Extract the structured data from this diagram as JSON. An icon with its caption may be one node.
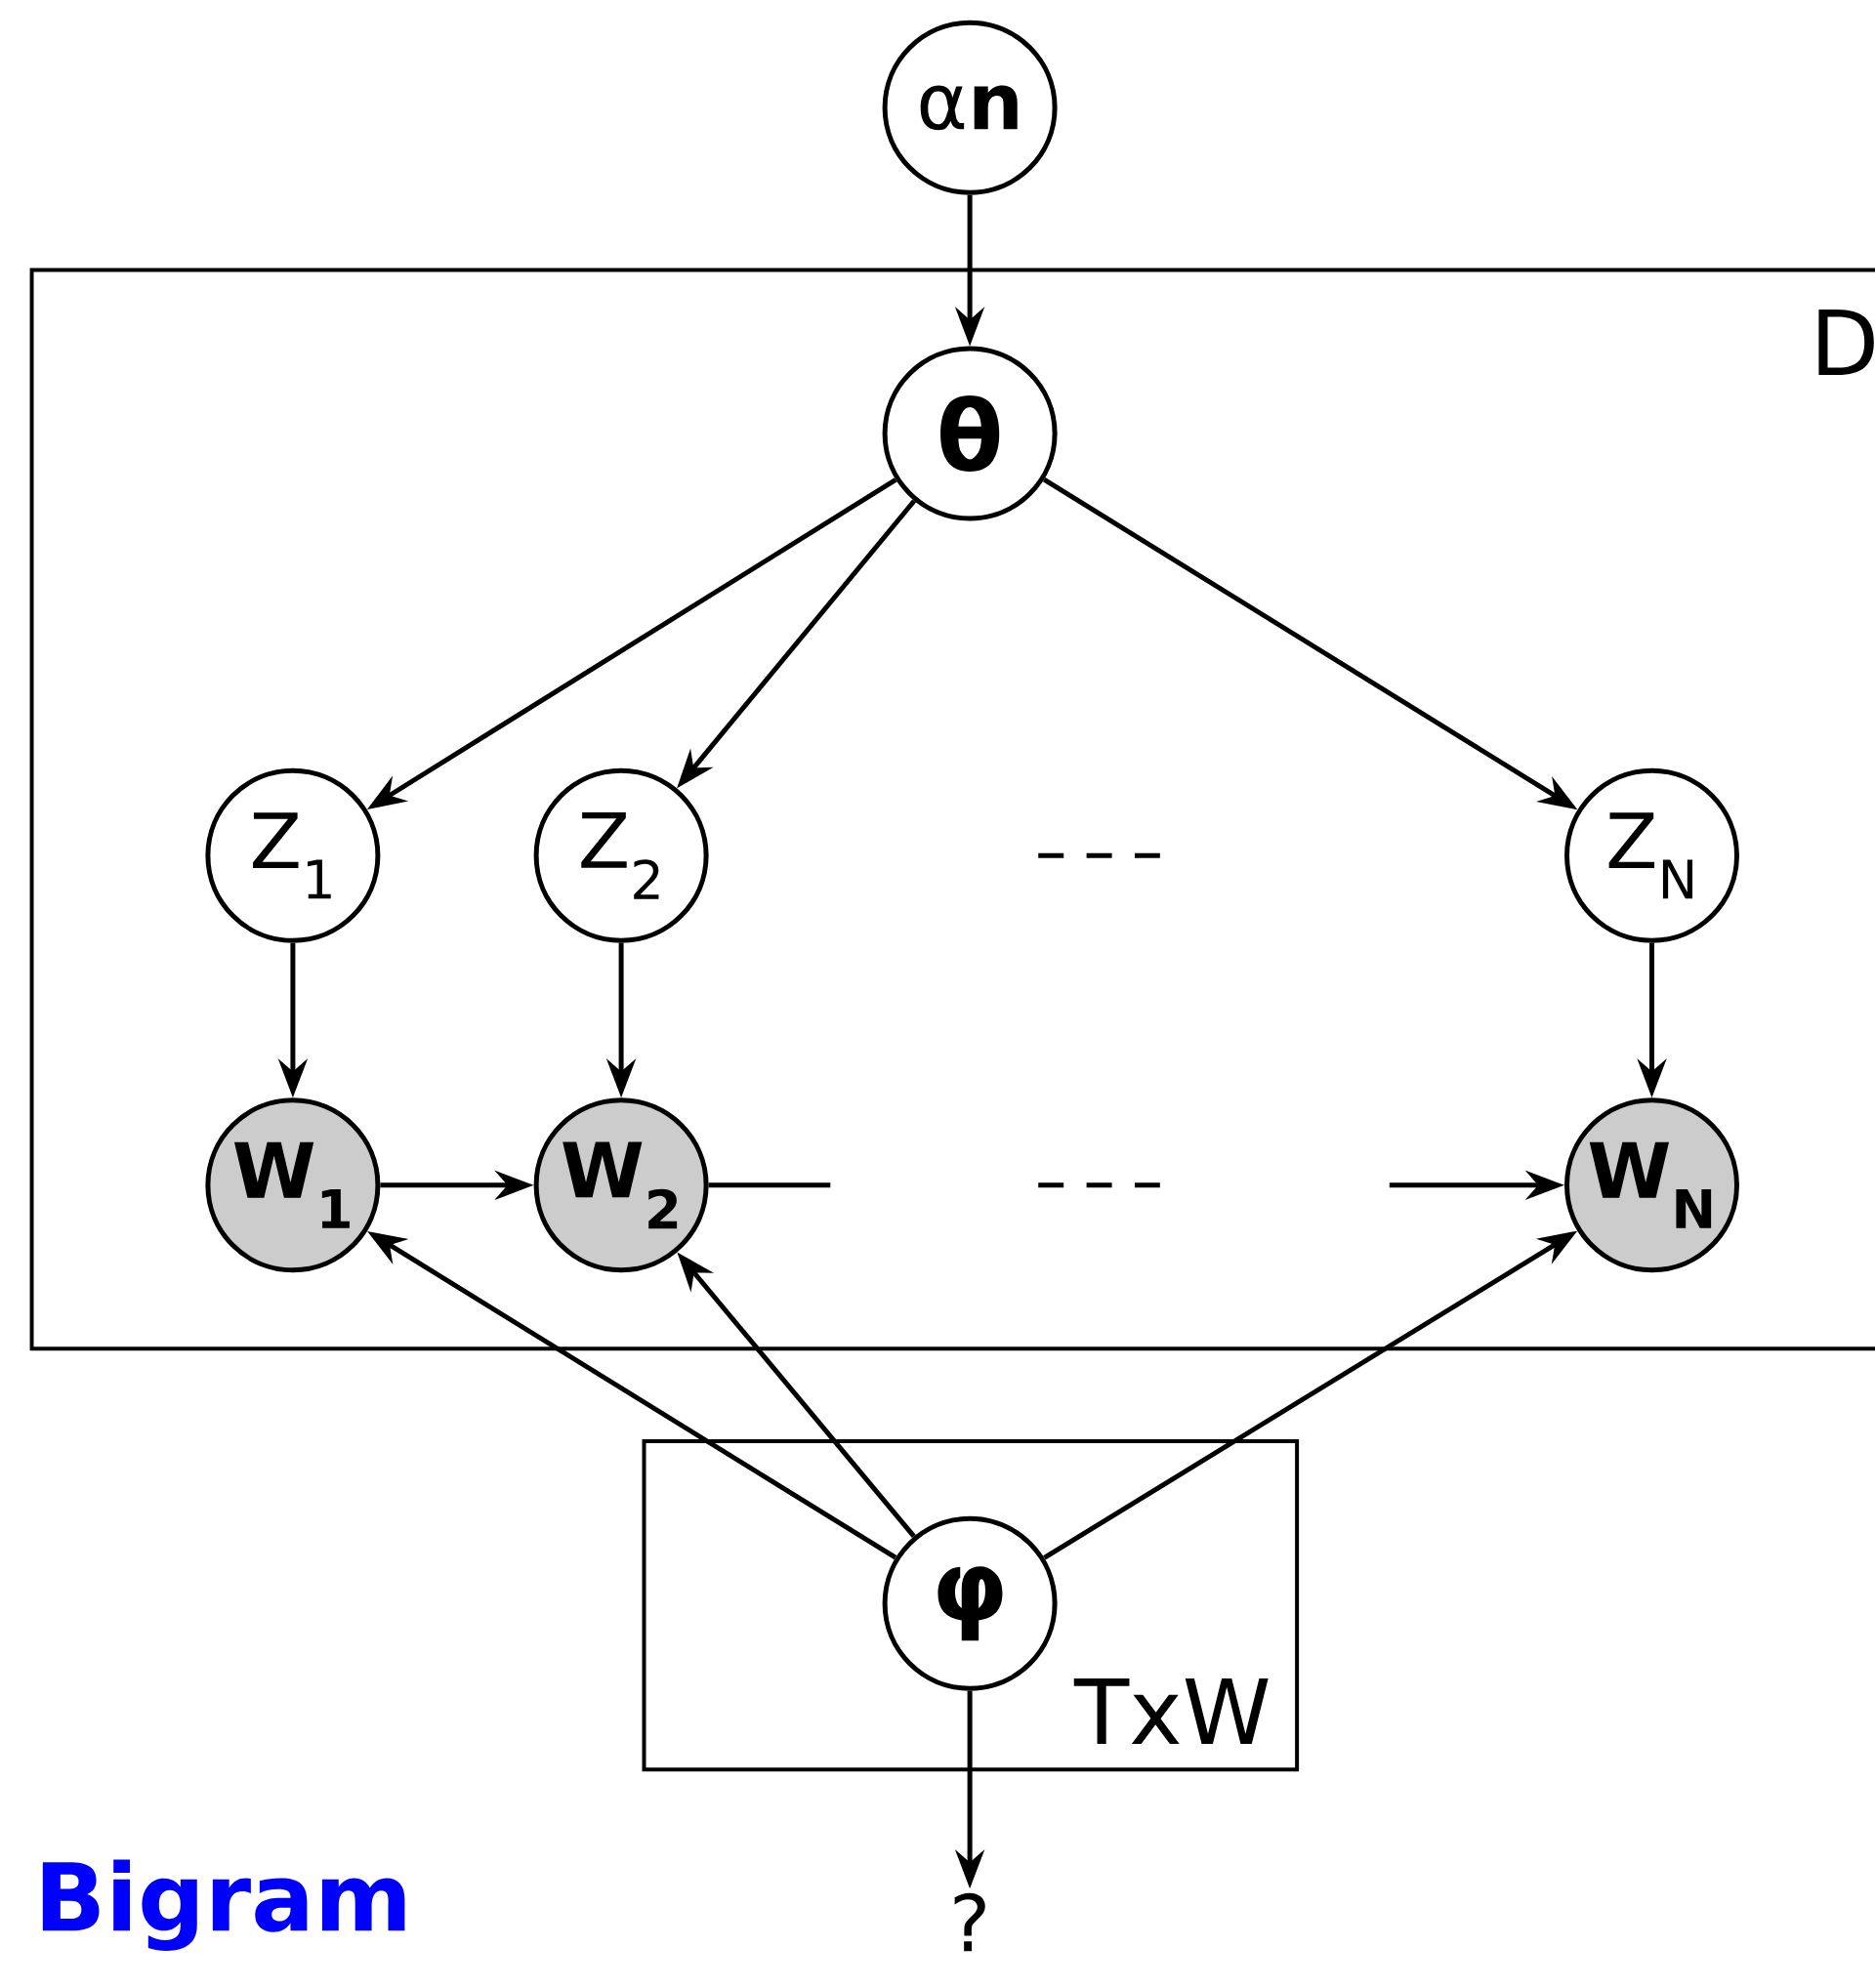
{
  "diagram": {
    "nodes": [
      {
        "text": [
          "D"
        ]
      },
      {
        "text": [
          "α**n**"
        ]
      },
      {
        "text": [
          "θ"
        ],
        "in": 0
      },
      {
        "text": [
          "Z$_{1}$"
        ],
        "in": 0
      },
      {
        "text": [
          "Z$_{2}$"
        ],
        "in": 0
      },
      {
        "text": [
          "Z$_{N}$"
        ],
        "in": 0
      },
      {
        "text": [
          "W$_{1}$"
        ],
        "in": 0
      },
      {
        "text": [
          "W$_{2}$"
        ],
        "in": 0
      },
      {
        "text": [
          "W$_{N}$"
        ],
        "in": 0
      },
      {
        "text": [
          "TxW"
        ]
      },
      {
        "text": [
          "φ"
        ],
        "in": 9
      },
      {
        "text": [
          "?"
        ]
      }
    ],
    "edges": [
      {
        "from": 1,
        "to": 2,
        "arrow": "to"
      },
      {
        "from": 2,
        "to": 3,
        "arrow": "to"
      },
      {
        "from": 2,
        "to": 4,
        "arrow": "to"
      },
      {
        "from": 2,
        "to": 5,
        "arrow": "to"
      },
      {
        "from": 3,
        "to": 6,
        "arrow": "to"
      },
      {
        "from": 4,
        "to": 7,
        "arrow": "to"
      },
      {
        "from": 5,
        "to": 8,
        "arrow": "to"
      },
      {
        "from": 6,
        "to": 7,
        "arrow": "to"
      },
      {
        "from": 7,
        "to": 8,
        "arrow": "to"
      },
      {
        "from": 10,
        "to": 6,
        "arrow": "to"
      },
      {
        "from": 10,
        "to": 7,
        "arrow": "to"
      },
      {
        "from": 10,
        "to": 8,
        "arrow": "to"
      },
      {
        "from": 10,
        "to": 11,
        "arrow": "to"
      }
    ],
    "labels": [
      "Bigram"
    ]
  }
}
